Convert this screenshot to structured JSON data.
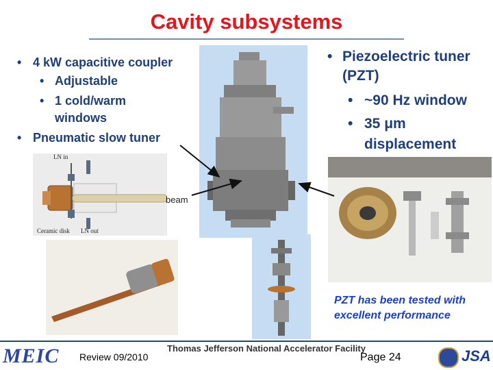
{
  "title": "Cavity subsystems",
  "left_bullets": {
    "b1": "4 kW capacitive coupler",
    "b1a": "Adjustable",
    "b1b_line1": "1 cold/warm",
    "b1b_line2": "windows",
    "b2": "Pneumatic slow tuner"
  },
  "right_bullets": {
    "b1_line1": "Piezoelectric tuner",
    "b1_line2": "(PZT)",
    "b1a": "~90 Hz window",
    "b1b_line1": "35 μm",
    "b1b_line2": "displacement"
  },
  "coupler_diagram": {
    "ln_in": "LN in",
    "ceramic_disk": "Ceramic disk",
    "ln_out": "LN out"
  },
  "beam_label": "beam",
  "pzt_note_line1": "PZT has been tested with",
  "pzt_note_line2": "excellent performance",
  "footer": {
    "logo_text": "MEIC",
    "review": "Review  09/2010",
    "lab": "Thomas Jefferson National Accelerator Facility",
    "page": "Page 24",
    "jsa": "JSA"
  },
  "colors": {
    "title": "#e8141c",
    "text": "#1f3f78",
    "note": "#1a3fd0",
    "rule": "#24467f"
  }
}
